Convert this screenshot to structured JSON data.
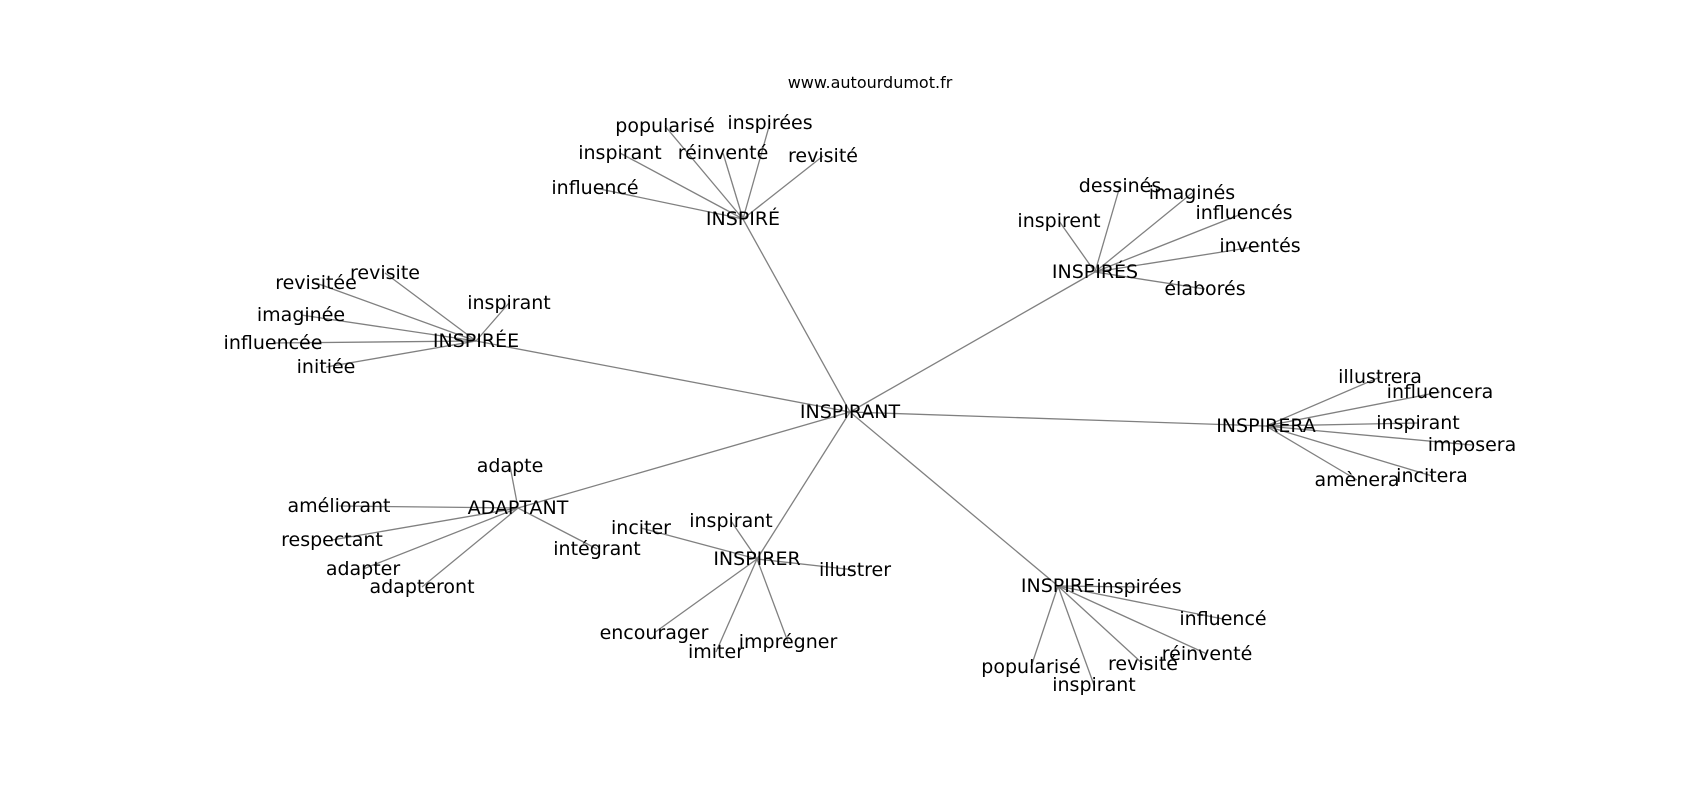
{
  "source": "www.autourdumot.fr",
  "graph": {
    "center": "INSPIRANT",
    "hubs": [
      {
        "id": "inspire_acc",
        "label": "INSPIRÉ",
        "leaves": [
          "popularisé",
          "inspirées",
          "inspirant",
          "réinventé",
          "revisité",
          "influencé"
        ]
      },
      {
        "id": "inspires_pl",
        "label": "INSPIRÉS",
        "leaves": [
          "dessinés",
          "imaginés",
          "inspirent",
          "influencés",
          "inventés",
          "élaborés"
        ]
      },
      {
        "id": "inspiree",
        "label": "INSPIRÉE",
        "leaves": [
          "revisite",
          "revisitée",
          "inspirant",
          "imaginée",
          "influencée",
          "initiée"
        ]
      },
      {
        "id": "inspirera",
        "label": "INSPIRERA",
        "leaves": [
          "illustrera",
          "influencera",
          "inspirant",
          "imposera",
          "incitera",
          "amènera"
        ]
      },
      {
        "id": "adaptant",
        "label": "ADAPTANT",
        "leaves": [
          "adapte",
          "améliorant",
          "respectant",
          "intégrant",
          "adapter",
          "adapteront"
        ]
      },
      {
        "id": "inspirer",
        "label": "INSPIRER",
        "leaves": [
          "inspirant",
          "inciter",
          "illustrer",
          "encourager",
          "imprégner",
          "imiter"
        ]
      },
      {
        "id": "inspire",
        "label": "INSPIRE",
        "leaves": [
          "inspirées",
          "influencé",
          "réinventé",
          "revisité",
          "popularisé",
          "inspirant"
        ]
      }
    ]
  }
}
